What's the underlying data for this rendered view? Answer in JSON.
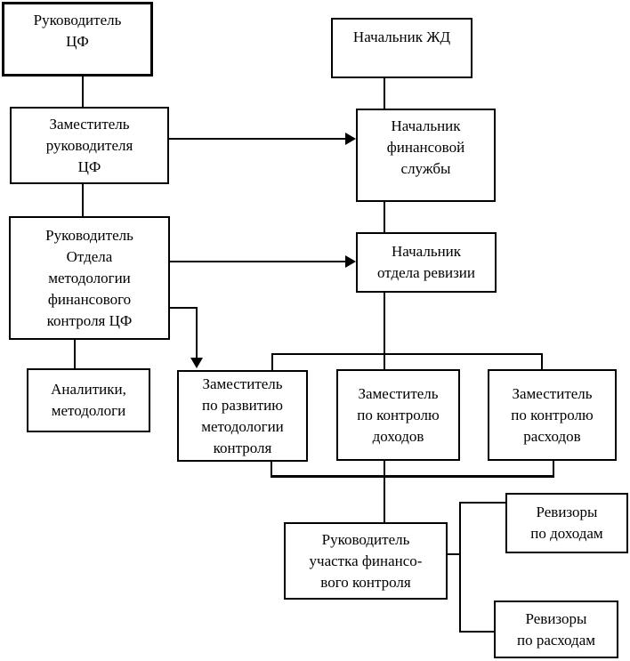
{
  "diagram": {
    "type": "organizational-chart",
    "language": "ru",
    "nodes": [
      {
        "id": "ruk-cf",
        "label": "Руководитель\nЦФ"
      },
      {
        "id": "nachalnik-zhd",
        "label": "Начальник ЖД"
      },
      {
        "id": "zam-ruk-cf",
        "label": "Заместитель\nруководителя\nЦФ"
      },
      {
        "id": "nach-fin-sluzhby",
        "label": "Начальник\nфинансовой\nслужбы"
      },
      {
        "id": "ruk-otdela-metodologii",
        "label": "Руководитель\nОтдела\nметодологии\nфинансового\nконтроля ЦФ"
      },
      {
        "id": "nach-otdela-revizii",
        "label": "Начальник\nотдела ревизии"
      },
      {
        "id": "analitiki-metodologi",
        "label": "Аналитики,\nметодологи"
      },
      {
        "id": "zam-razvitie-metodologii",
        "label": "Заместитель\nпо развитию\nметодологии\nконтроля"
      },
      {
        "id": "zam-kontrol-dohodov",
        "label": "Заместитель\nпо контролю\nдоходов"
      },
      {
        "id": "zam-kontrol-rashodov",
        "label": "Заместитель\nпо контролю\nрасходов"
      },
      {
        "id": "ruk-uchastka",
        "label": "Руководитель\nучастка финансо-\nвого контроля"
      },
      {
        "id": "revizory-po-dohodam",
        "label": "Ревизоры\nпо доходам"
      },
      {
        "id": "revizory-po-rashodam",
        "label": "Ревизоры\nпо расходам"
      }
    ],
    "edges": [
      {
        "from": "Руководитель ЦФ",
        "to": "Заместитель руководителя ЦФ",
        "style": "line"
      },
      {
        "from": "Начальник ЖД",
        "to": "Начальник финансовой службы",
        "style": "line"
      },
      {
        "from": "Заместитель руководителя ЦФ",
        "to": "Начальник финансовой службы",
        "style": "arrow"
      },
      {
        "from": "Заместитель руководителя ЦФ",
        "to": "Руководитель Отдела методологии финансового контроля ЦФ",
        "style": "line"
      },
      {
        "from": "Начальник финансовой службы",
        "to": "Начальник отдела ревизии",
        "style": "line"
      },
      {
        "from": "Руководитель Отдела методологии финансового контроля ЦФ",
        "to": "Начальник отдела ревизии",
        "style": "arrow"
      },
      {
        "from": "Руководитель Отдела методологии финансового контроля ЦФ",
        "to": "Аналитики, методологи",
        "style": "line"
      },
      {
        "from": "Руководитель Отдела методологии финансового контроля ЦФ",
        "to": "Заместитель по развитию методологии контроля",
        "style": "arrow"
      },
      {
        "from": "Начальник отдела ревизии",
        "to": "Заместитель по развитию методологии контроля",
        "style": "line"
      },
      {
        "from": "Начальник отдела ревизии",
        "to": "Заместитель по контролю доходов",
        "style": "line"
      },
      {
        "from": "Начальник отдела ревизии",
        "to": "Заместитель по контролю расходов",
        "style": "line"
      },
      {
        "from": "Заместитель по развитию методологии контроля",
        "to": "Руководитель участка финансового контроля",
        "style": "line"
      },
      {
        "from": "Заместитель по контролю доходов",
        "to": "Руководитель участка финансового контроля",
        "style": "line"
      },
      {
        "from": "Заместитель по контролю расходов",
        "to": "Руководитель участка финансового контроля",
        "style": "line"
      },
      {
        "from": "Руководитель участка финансового контроля",
        "to": "Ревизоры по доходам",
        "style": "line"
      },
      {
        "from": "Руководитель участка финансового контроля",
        "to": "Ревизоры по расходам",
        "style": "line"
      }
    ],
    "colors": {
      "background": "#ffffff",
      "line": "#000000",
      "text": "#000000",
      "box_border": "#000000"
    }
  }
}
